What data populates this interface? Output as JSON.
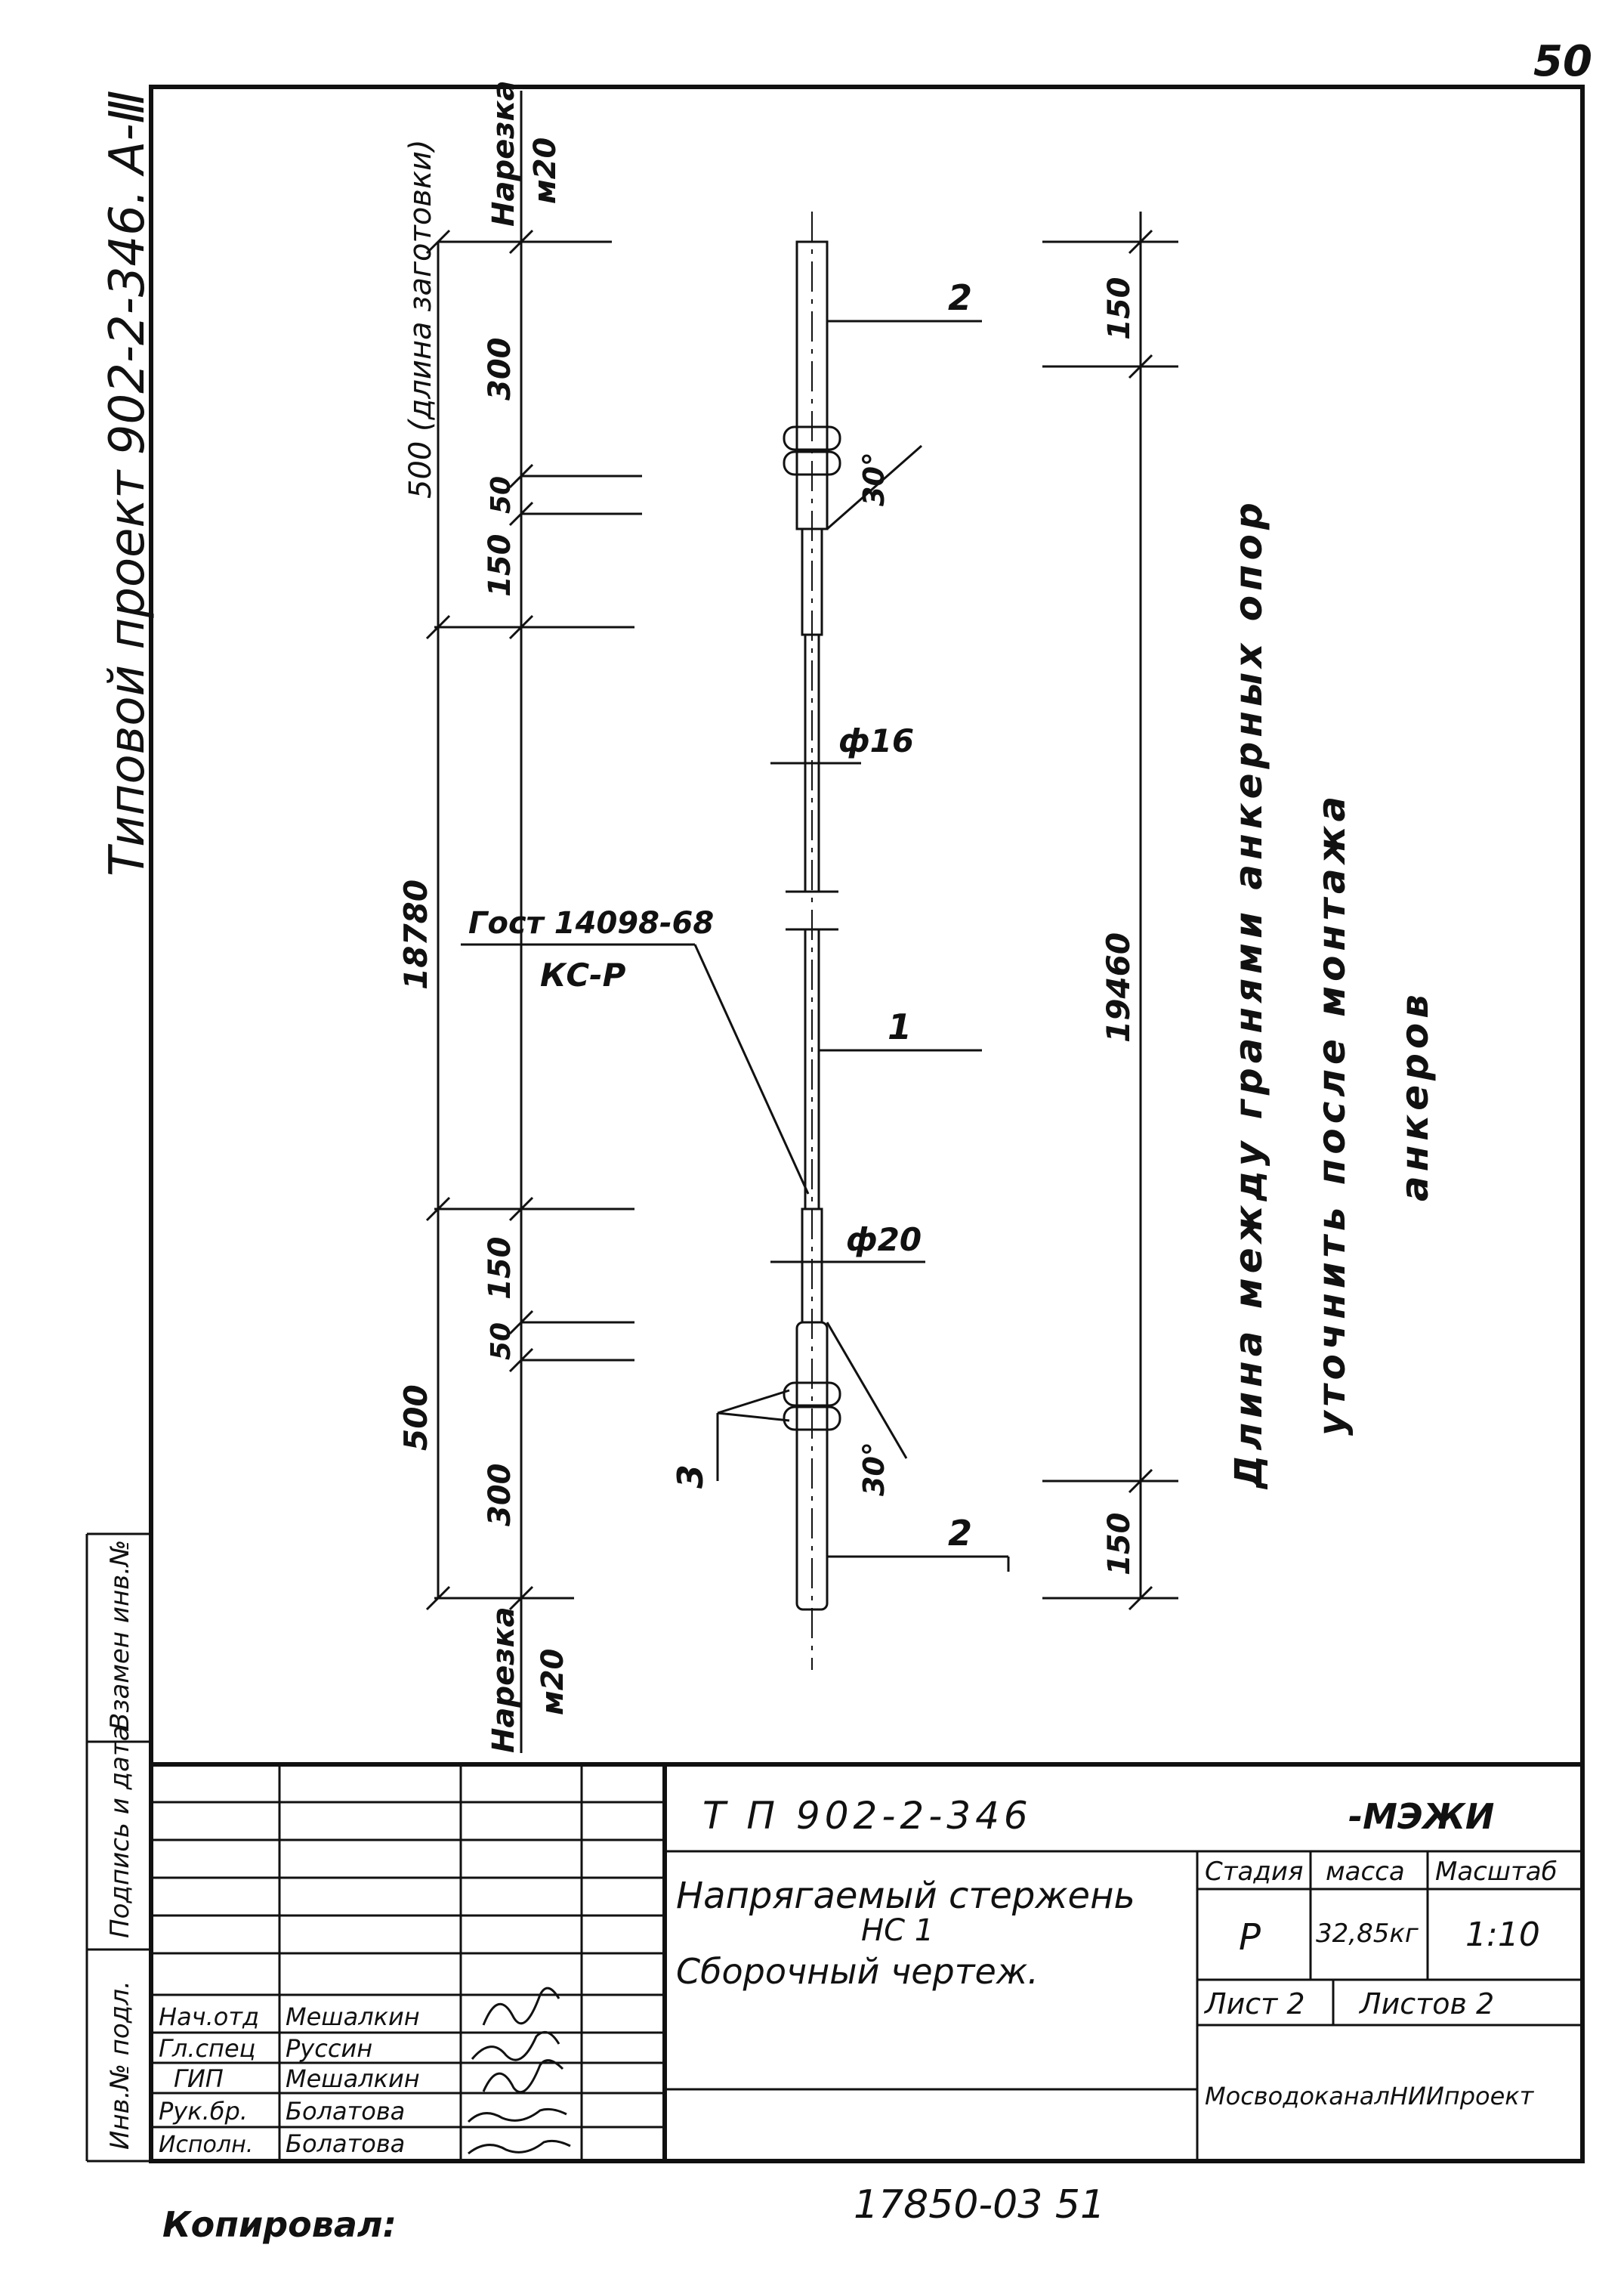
{
  "page_number": "50",
  "project_title": "Типовой проект 902-2-346. А-Ⅲ",
  "footer_left": "Копировал:",
  "footer_center": "17850-03 51",
  "drawing": {
    "top_threading_label": "Нарезка",
    "top_threading_size": "м20",
    "blank_length": "500 (длина заготовки)",
    "dim_300_top": "300",
    "dim_50_top": "50",
    "dim_150_top": "150",
    "dim_18780": "18780",
    "dim_500_bottom": "500",
    "dim_150_bottom": "150",
    "dim_50_bottom": "50",
    "dim_300_bottom": "300",
    "bottom_threading_label": "Нарезка",
    "bottom_threading_size": "м20",
    "gost_label": "Гост 14098-68",
    "weld_label": "КС-Р",
    "dia_16": "ф16",
    "dia_20": "ф20",
    "pos_2_top": "2",
    "pos_1": "1",
    "pos_2_bottom": "2",
    "pos_3": "3",
    "angle_top": "30°",
    "angle_bottom": "30°",
    "dim_150_right_top": "150",
    "dim_19460": "19460",
    "dim_150_right_bottom": "150",
    "note_line1": "Длина между гранями анкерных опор",
    "note_line2": "уточнить после монтажа",
    "note_line3": "анкеров"
  },
  "left_strip": {
    "field1": "Взамен инв.№",
    "field2": "Подпись и дата",
    "field3": "Инв.№ подл."
  },
  "title_block": {
    "doc_code": "Т П 902-2-346",
    "doc_suffix": "-МЭЖИ",
    "item_title_line1": "Напрягаемый стержень",
    "item_title_line2": "НС 1",
    "item_subtitle": "Сборочный чертеж.",
    "stage_header": "Стадия",
    "mass_header": "масса",
    "scale_header": "Масштаб",
    "stage_value": "Р",
    "mass_value": "32,85кг",
    "scale_value": "1:10",
    "sheet_label": "Лист 2",
    "sheets_label": "Листов 2",
    "organization": "МосводоканалНИИпроект",
    "signatures": [
      {
        "role": "Нач.отд",
        "name": "Мешалкин"
      },
      {
        "role": "Гл.спец",
        "name": "Руссин"
      },
      {
        "role": "ГИП",
        "name": "Мешалкин"
      },
      {
        "role": "Рук.бр.",
        "name": "Болатова"
      },
      {
        "role": "Исполн.",
        "name": "Болатова"
      }
    ]
  }
}
